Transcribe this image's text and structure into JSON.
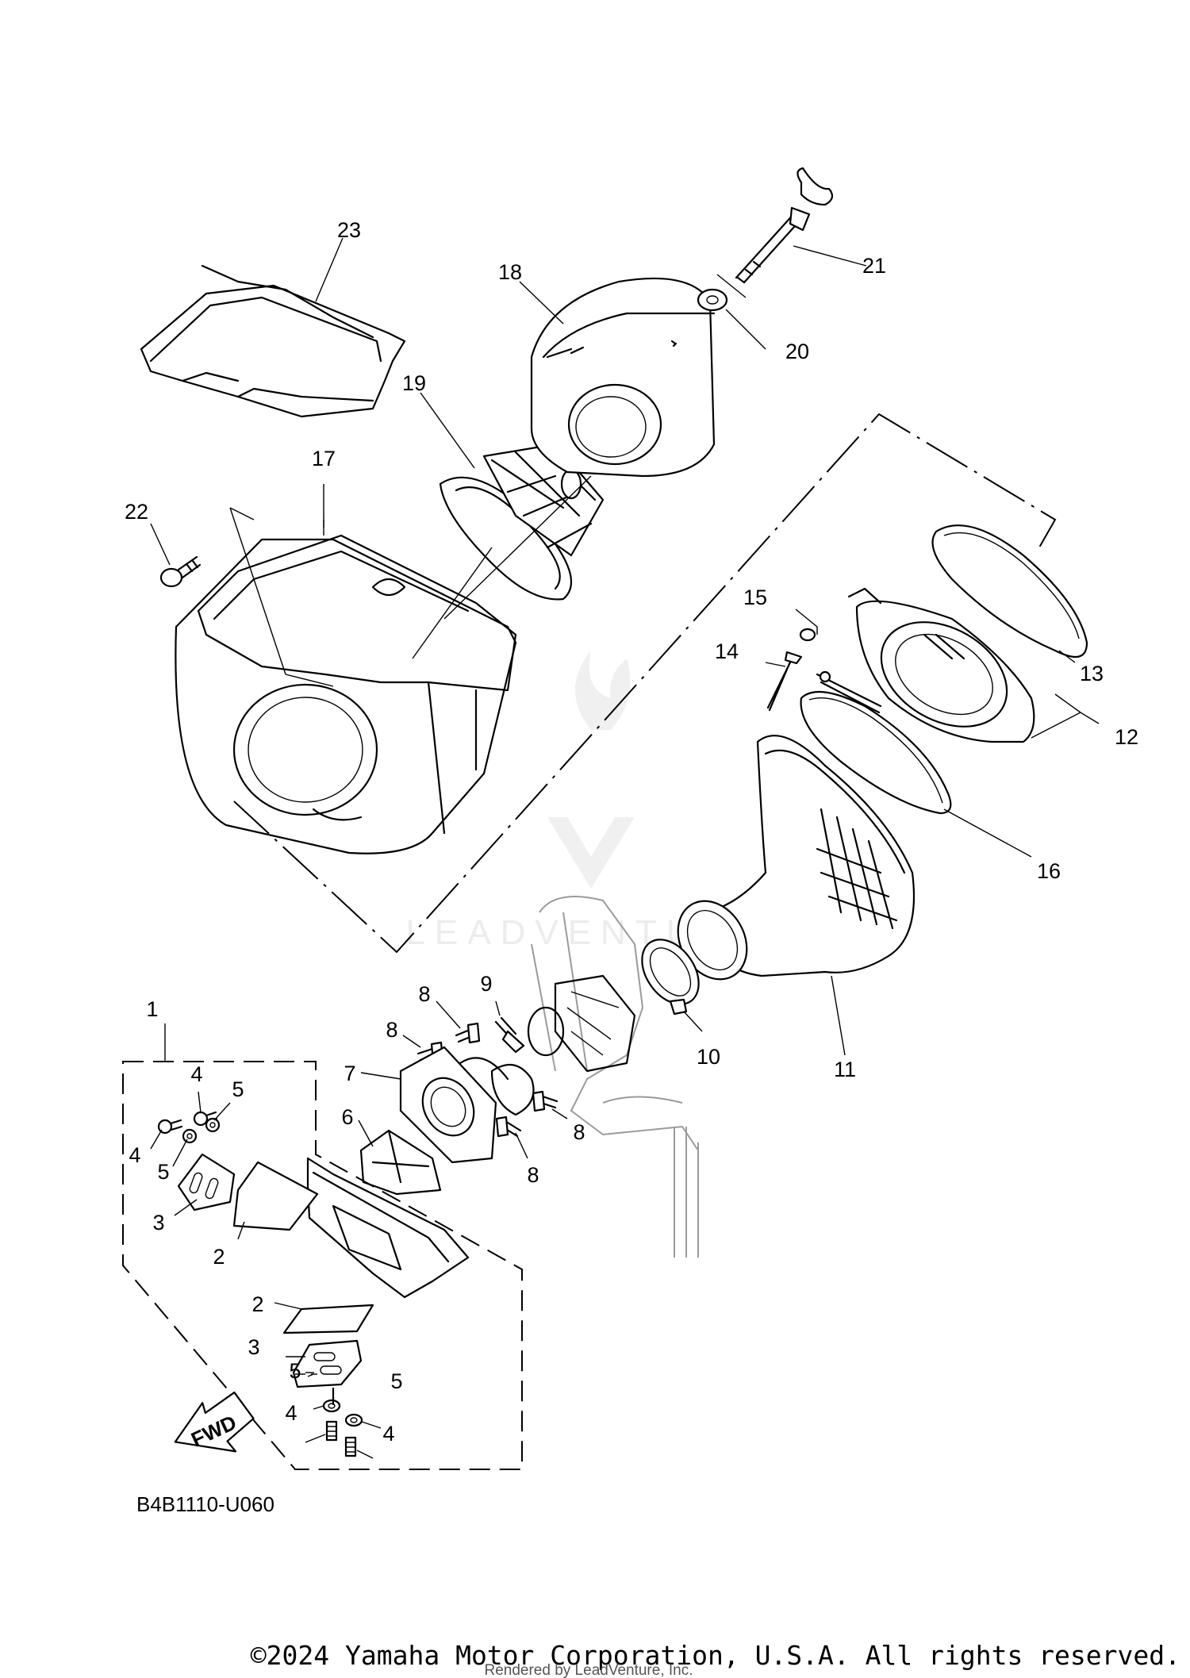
{
  "diagram": {
    "code": "B4B1110-U060",
    "copyright": "©2024 Yamaha Motor Corporation, U.S.A. All rights reserved.",
    "rendered_by": "Rendered by LeadVenture, Inc.",
    "watermark": "LEADVENTURE",
    "fwd_label": "FWD"
  },
  "callouts": [
    {
      "id": "callout-1",
      "num": "1"
    },
    {
      "id": "callout-2a",
      "num": "2"
    },
    {
      "id": "callout-2b",
      "num": "2"
    },
    {
      "id": "callout-3a",
      "num": "3"
    },
    {
      "id": "callout-3b",
      "num": "3"
    },
    {
      "id": "callout-4a",
      "num": "4"
    },
    {
      "id": "callout-4b",
      "num": "4"
    },
    {
      "id": "callout-4c",
      "num": "4"
    },
    {
      "id": "callout-4d",
      "num": "4"
    },
    {
      "id": "callout-5a",
      "num": "5"
    },
    {
      "id": "callout-5b",
      "num": "5"
    },
    {
      "id": "callout-5c",
      "num": "5"
    },
    {
      "id": "callout-5d",
      "num": "5"
    },
    {
      "id": "callout-6",
      "num": "6"
    },
    {
      "id": "callout-7",
      "num": "7"
    },
    {
      "id": "callout-8a",
      "num": "8"
    },
    {
      "id": "callout-8b",
      "num": "8"
    },
    {
      "id": "callout-8c",
      "num": "8"
    },
    {
      "id": "callout-8d",
      "num": "8"
    },
    {
      "id": "callout-9",
      "num": "9"
    },
    {
      "id": "callout-10",
      "num": "10"
    },
    {
      "id": "callout-11",
      "num": "11"
    },
    {
      "id": "callout-12",
      "num": "12"
    },
    {
      "id": "callout-13",
      "num": "13"
    },
    {
      "id": "callout-14",
      "num": "14"
    },
    {
      "id": "callout-15",
      "num": "15"
    },
    {
      "id": "callout-16",
      "num": "16"
    },
    {
      "id": "callout-17",
      "num": "17"
    },
    {
      "id": "callout-18",
      "num": "18"
    },
    {
      "id": "callout-19",
      "num": "19"
    },
    {
      "id": "callout-20",
      "num": "20"
    },
    {
      "id": "callout-21",
      "num": "21"
    },
    {
      "id": "callout-22",
      "num": "22"
    },
    {
      "id": "callout-23",
      "num": "23"
    }
  ]
}
